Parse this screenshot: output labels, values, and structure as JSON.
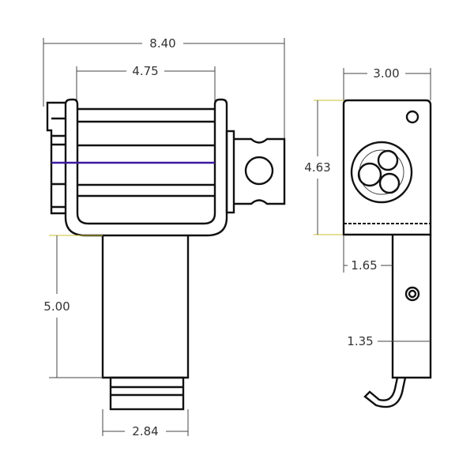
{
  "drawing": {
    "front_view": {
      "overall_width": "8.40",
      "drum_width": "4.75",
      "post_height": "5.00",
      "post_width": "2.84"
    },
    "side_view": {
      "width": "3.00",
      "height": "4.63",
      "arm_offset": "1.65",
      "arm_width": "1.35"
    },
    "colors": {
      "line": "#111111",
      "dimension": "#444444"
    }
  }
}
